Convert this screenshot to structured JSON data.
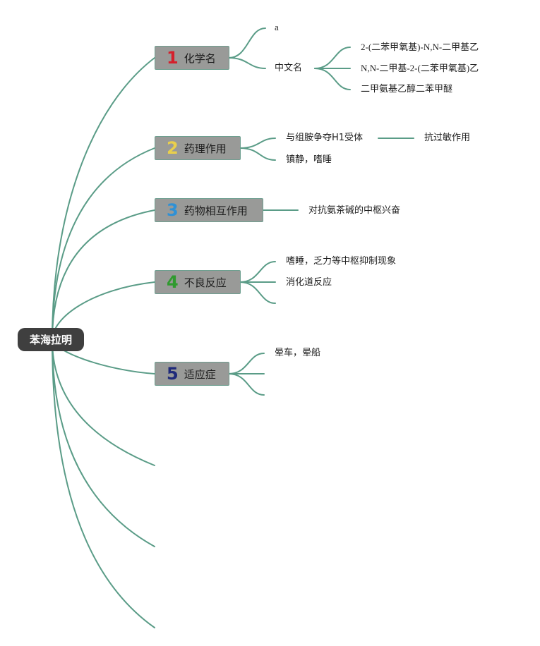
{
  "colors": {
    "line": "#5a9c87",
    "root_bg": "#3f3f3f",
    "branch_bg": "#999a98",
    "num1": "#d4202c",
    "num2": "#e9cf4c",
    "num3": "#2f91d6",
    "num4": "#2f9a2f",
    "num5": "#1f2a7a"
  },
  "root": {
    "label": "苯海拉明"
  },
  "branches": [
    {
      "num": "1",
      "label": "化学名"
    },
    {
      "num": "2",
      "label": "药理作用"
    },
    {
      "num": "3",
      "label": "药物相互作用"
    },
    {
      "num": "4",
      "label": "不良反应"
    },
    {
      "num": "5",
      "label": "适应症"
    }
  ],
  "leaves": {
    "b1_a": "a",
    "b1_cn": "中文名",
    "b1_cn_1": "2-(二苯甲氧基)-N,N-二甲基乙",
    "b1_cn_2": "N,N-二甲基-2-(二苯甲氧基)乙",
    "b1_cn_3": "二甲氨基乙醇二苯甲醚",
    "b2_1": "与组胺争夺H1受体",
    "b2_1_1": "抗过敏作用",
    "b2_2": "镇静，嗜睡",
    "b3_1": "对抗氨茶碱的中枢兴奋",
    "b4_1": "嗜睡，乏力等中枢抑制现象",
    "b4_2": "消化道反应",
    "b5_1": "晕车，晕船"
  }
}
